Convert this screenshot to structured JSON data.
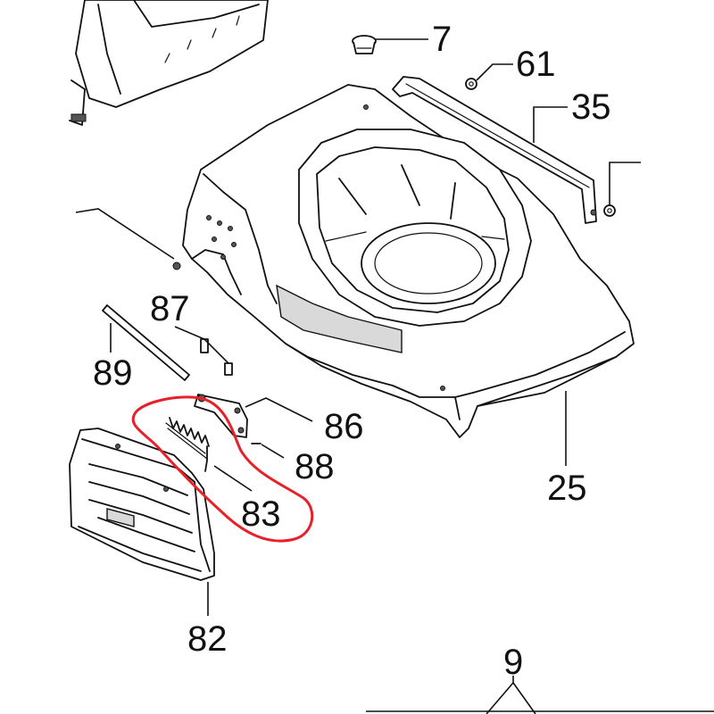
{
  "diagram": {
    "callouts": {
      "p7": "7",
      "p61": "61",
      "p35": "35",
      "p87": "87",
      "p89": "89",
      "p86": "86",
      "p88": "88",
      "p83": "83",
      "p25": "25",
      "p82": "82",
      "p9": "9"
    },
    "highlight_color": "#e8202a",
    "line_color": "#111111",
    "background": "#ffffff"
  }
}
